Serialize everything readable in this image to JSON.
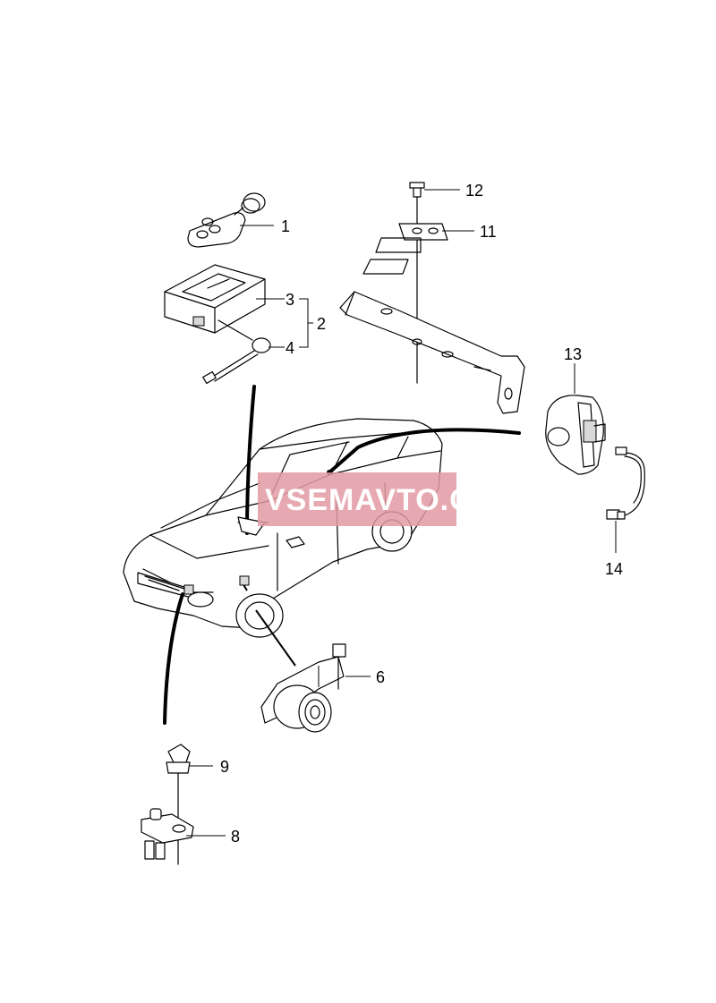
{
  "callouts": {
    "c1": "1",
    "c2": "2",
    "c3": "3",
    "c4": "4",
    "c6": "6",
    "c8": "8",
    "c9": "9",
    "c11": "11",
    "c12": "12",
    "c13": "13",
    "c14": "14"
  },
  "watermark": {
    "text": "VSEMAVTO.COM",
    "color": "#e39aa3"
  },
  "icons": {
    "remote": "remote-key-fob-icon",
    "control_unit": "alarm-control-unit-icon",
    "siren": "siren-icon",
    "switch": "door-switch-icon",
    "sensor": "sensor-housing-icon"
  }
}
